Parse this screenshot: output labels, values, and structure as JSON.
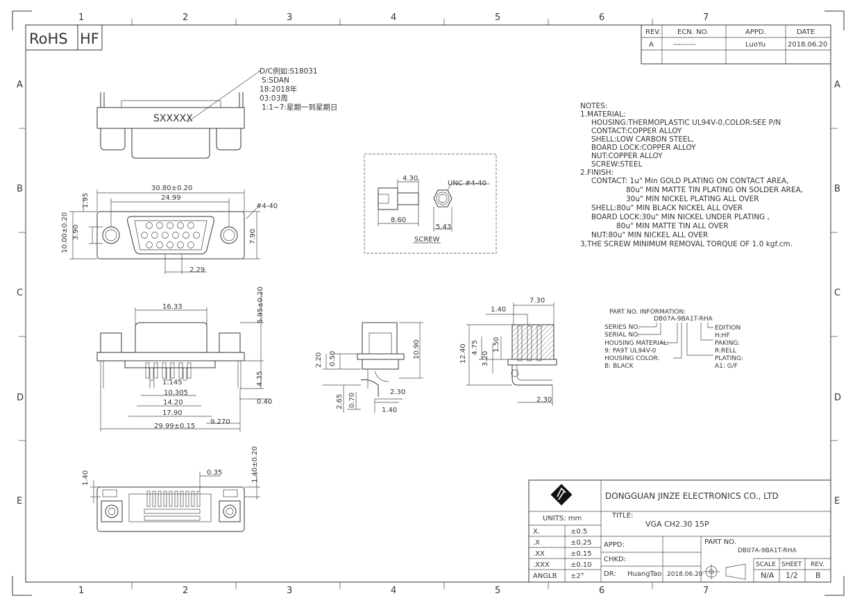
{
  "border": {
    "cols": [
      "1",
      "2",
      "3",
      "4",
      "5",
      "6",
      "7"
    ],
    "rows": [
      "A",
      "B",
      "C",
      "D",
      "E"
    ]
  },
  "logo_rohs": "RoHS",
  "logo_hf": "HF",
  "revision_table": {
    "headers": [
      "REV.",
      "ECN. NO.",
      "APPD.",
      "DATE"
    ],
    "row": [
      "A",
      "---------",
      "LuoYu",
      "2018.06.20"
    ]
  },
  "date_code": {
    "lines": [
      "D/C例如:S18031",
      "S:SDAN",
      "18:2018年",
      "03:03周",
      "1:1~7:星期一到星期日"
    ],
    "marking": "SXXXXX"
  },
  "dimensions": {
    "top_view": [
      "30.80±0.20",
      "24.99",
      "1.95",
      "10.00±0.20",
      "3.90",
      "#4-40",
      "7.90",
      "2.29"
    ],
    "screw": [
      "4.30",
      "UNC #4-40",
      "8.60",
      "5.43",
      "SCREW"
    ],
    "front_view": [
      "16.33",
      "5.95±0.20",
      "1.145",
      "10.305",
      "14.20",
      "17.90",
      "29.99±0.15",
      "9.270",
      "4.35",
      "0.40"
    ],
    "side_view": [
      "2.20",
      "0.50",
      "10.90",
      "2.65",
      "0.70",
      "2.30",
      "1.40"
    ],
    "section_view": [
      "1.40",
      "7.30",
      "12.40",
      "4.75",
      "3.20",
      "1.50",
      "2.30"
    ],
    "bottom_view": [
      "1.40",
      "0.35",
      "1.40±0.20"
    ]
  },
  "notes": [
    "NOTES:",
    "1.MATERIAL:",
    "HOUSING:THERMOPLASTIC  UL94V-0,COLOR:SEE  P/N",
    "CONTACT:COPPER  ALLOY",
    "SHELL:LOW  CARBON  STEEL,",
    "BOARD LOCK:COPPER  ALLOY",
    "NUT:COPPER  ALLOY",
    "SCREW:STEEL",
    "2.FINISH:",
    "CONTACT:  1u\"  Min  GOLD  PLATING  ON  CONTACT  AREA,",
    "80u\"  MIN  MATTE  TIN  PLATING  ON  SOLDER  AREA,",
    "30u\"  MIN  NICKEL  PLATING  ALL  OVER",
    "SHELL:80u\"  MIN  BLACK  NICKEL  ALL  OVER",
    "BOARD  LOCK:30u\"  MIN  NICKEL  UNDER  PLATING ,",
    "80u\"  MIN  MATTE  TIN  ALL  OVER",
    "NUT:80u\"  MIN  NICKEL  ALL  OVER",
    "3,THE  SCREW  MINIMUM  REMOVAL  TORQUE  OF  1.0  kgf.cm."
  ],
  "part_info": {
    "title": "PART NO. INFORMATION:",
    "code": "DB07A-9BA1T-RHA",
    "left": [
      "SERIES NO.",
      "SERIAL NO.",
      "HOUSING MATERIAL:",
      "9: PA9T UL94V-0",
      "HOUSING COLOR:",
      "B: BLACK"
    ],
    "right": [
      "EDITION",
      "H:HF",
      "PAKING:",
      "R:RELL",
      "PLATING:",
      "A1: G/F"
    ]
  },
  "title_block": {
    "company": "DONGGUAN JINZE ELECTRONICS CO., LTD",
    "units": "UNITS:  mm",
    "tolerances": [
      [
        "X.",
        "±0.5"
      ],
      [
        ".X",
        "±0.25"
      ],
      [
        ".XX",
        "±0.15"
      ],
      [
        ".XXX",
        "±0.10"
      ],
      [
        "ANGLB",
        "±2°"
      ]
    ],
    "title_label": "TITLE:",
    "title": "VGA  CH2.30  15P",
    "appd": "APPD:",
    "chkd": "CHKD:",
    "dr": "DR:",
    "drawer": "HuangTao",
    "dr_date": "2018.06.20",
    "part_no_label": "PART NO.",
    "part_no": "DB07A-9BA1T-RHA",
    "scale_label": "SCALE",
    "sheet_label": "SHEET",
    "rev_label": "REV.",
    "scale": "N/A",
    "sheet": "1/2",
    "rev": "B"
  }
}
